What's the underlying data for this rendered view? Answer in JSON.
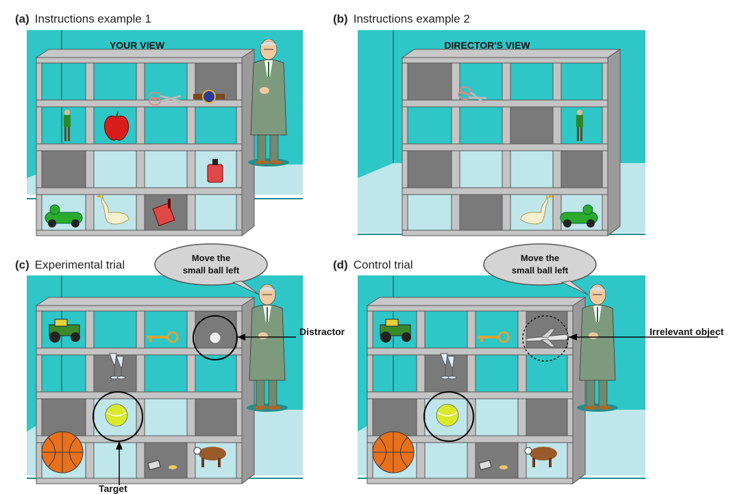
{
  "panels": [
    {
      "letter": "(a)",
      "title": "Instructions example 1",
      "header": "YOUR VIEW"
    },
    {
      "letter": "(b)",
      "title": "Instructions example 2",
      "header": "DIRECTOR'S VIEW"
    },
    {
      "letter": "(c)",
      "title": "Experimental trial",
      "bubble": [
        "Move the",
        "small ball left"
      ]
    },
    {
      "letter": "(d)",
      "title": "Control trial",
      "bubble": [
        "Move the",
        "small ball left"
      ]
    }
  ],
  "annotations": {
    "distractor": "Distractor",
    "irrelevant": "Irrelevant object",
    "target": "Target"
  },
  "colors": {
    "wall": "#2ec6c6",
    "floor": "#bfe6ea",
    "shelf": "#b4b4b4",
    "blocked": "#7a7a7a"
  }
}
